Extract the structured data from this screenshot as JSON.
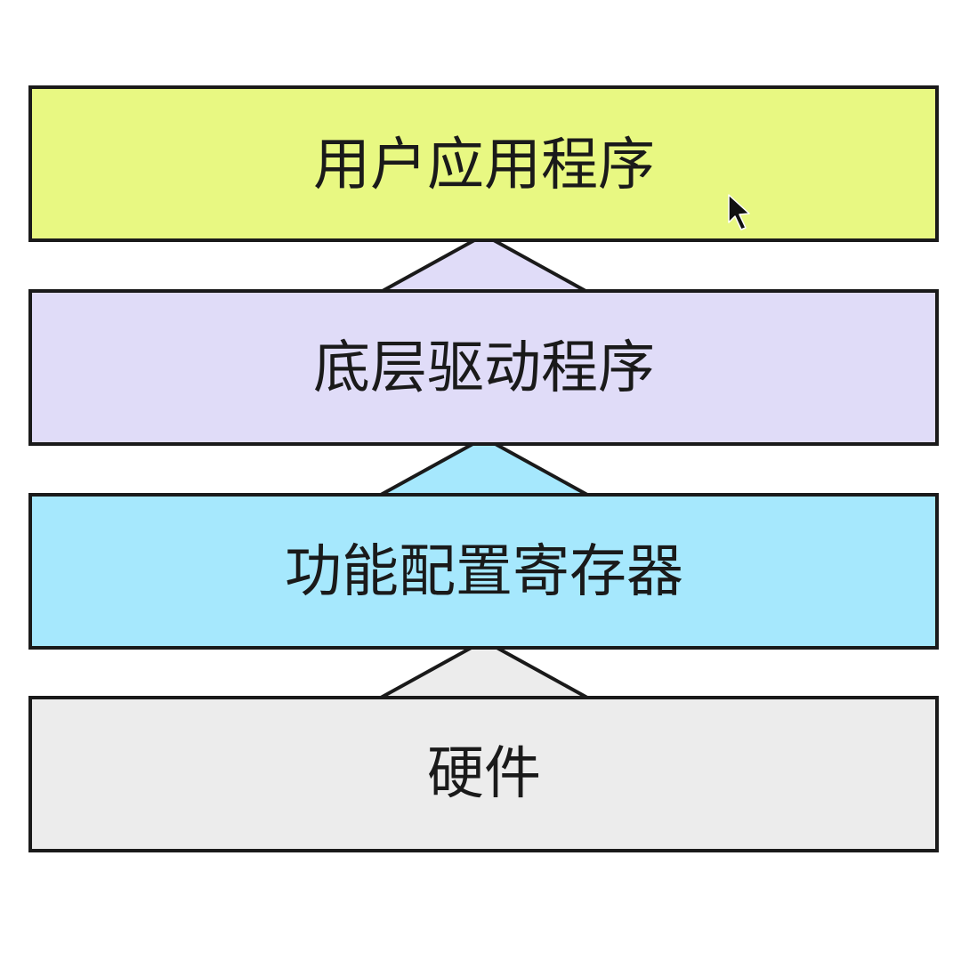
{
  "diagram": {
    "layers": [
      {
        "label": "用户应用程序",
        "color": "#e8f882"
      },
      {
        "label": "底层驱动程序",
        "color": "#e0dcf8"
      },
      {
        "label": "功能配置寄存器",
        "color": "#a6e8fd"
      },
      {
        "label": "硬件",
        "color": "#ececec"
      }
    ],
    "connector_shape": "triangle-up",
    "outline_color": "#1a1a1a"
  },
  "cursor": {
    "icon": "mouse-pointer-icon",
    "color": "#111111"
  }
}
